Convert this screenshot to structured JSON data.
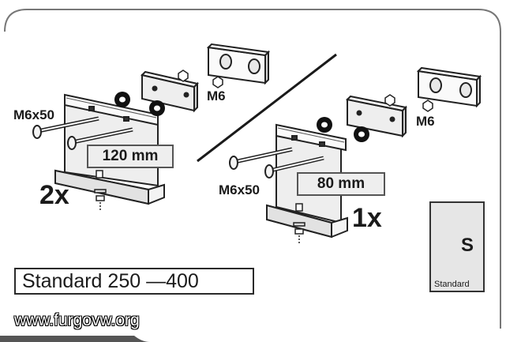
{
  "left_kit": {
    "bolt_label": "M6x50",
    "nut_label": "M6",
    "length_label": "120 mm",
    "quantity": "2x"
  },
  "right_kit": {
    "bolt_label": "M6x50",
    "nut_label": "M6",
    "length_label": "80 mm",
    "quantity": "1x"
  },
  "footer": {
    "standard_label": "Standard 250 —400",
    "website": "www.furgovw.org"
  },
  "badge": {
    "letter": "S",
    "caption": "Standard"
  }
}
